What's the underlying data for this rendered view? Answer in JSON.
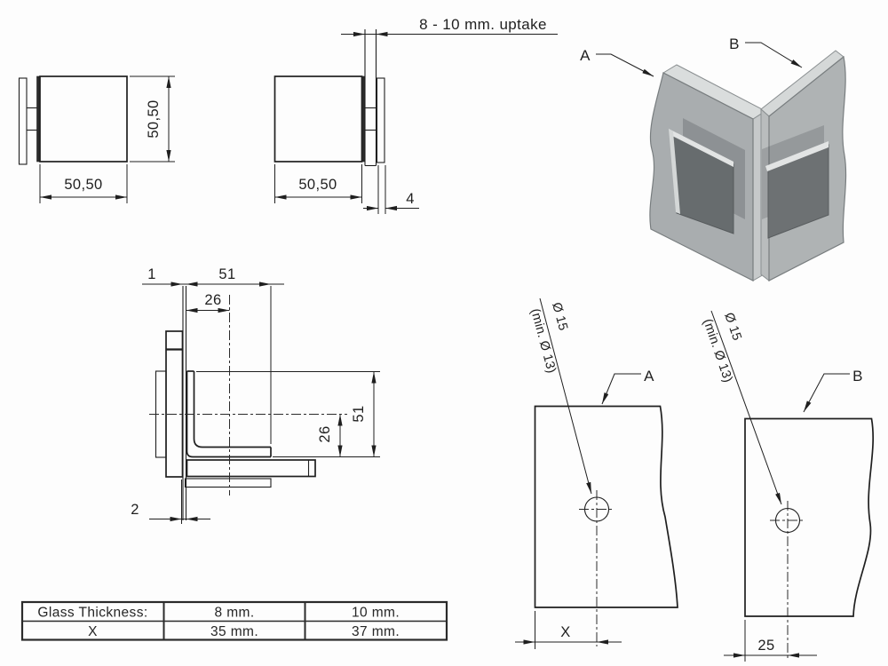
{
  "drawing": {
    "front_left": {
      "dim_width": "50,50",
      "dim_height": "50,50"
    },
    "front_right": {
      "dim_width": "50,50",
      "dim_back_plate": "4",
      "dim_uptake": "8 - 10 mm. uptake"
    },
    "top_view": {
      "dim_glass_gap": "1",
      "dim_leg_h": "51",
      "dim_hole_h": "26",
      "dim_hole_v": "26",
      "dim_leg_v": "51",
      "dim_bottom_gap": "2"
    },
    "iso": {
      "label_a": "A",
      "label_b": "B"
    },
    "hole_a": {
      "label": "A",
      "dia": "Ø 15",
      "dia_min": "(min. Ø 13)",
      "dim_edge": "X"
    },
    "hole_b": {
      "label": "B",
      "dia": "Ø 15",
      "dia_min": "(min. Ø 13)",
      "dim_edge": "25"
    },
    "colors": {
      "line": "#1f1f1f",
      "glass_gray": "#a3a7a9",
      "clamp_gray": "#676c6e",
      "edge_light": "#dadddd"
    }
  },
  "table": {
    "rows": [
      {
        "c0": "Glass Thickness:",
        "c1": "8 mm.",
        "c2": "10 mm."
      },
      {
        "c0": "X",
        "c1": "35 mm.",
        "c2": "37 mm."
      }
    ]
  }
}
